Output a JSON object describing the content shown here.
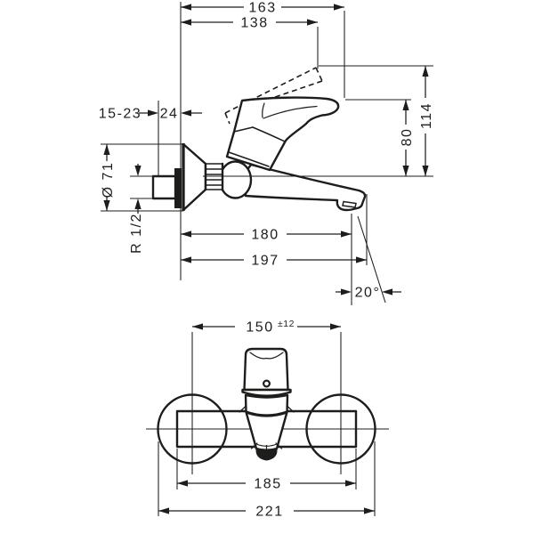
{
  "side_view": {
    "reach_total": "163",
    "reach_handle": "138",
    "wall_mount_range": "15-23",
    "escutcheon_depth": "24",
    "escutcheon_diameter": "Ø 71",
    "connection_thread": "R 1/2",
    "height_to_handle": "80",
    "height_handle_open": "114",
    "spout_reach_aerator": "180",
    "spout_reach_total": "197",
    "spout_angle": "20°"
  },
  "front_view": {
    "connection_spacing": "150",
    "connection_tolerance": "±12",
    "body_width": "185",
    "overall_width": "221"
  }
}
